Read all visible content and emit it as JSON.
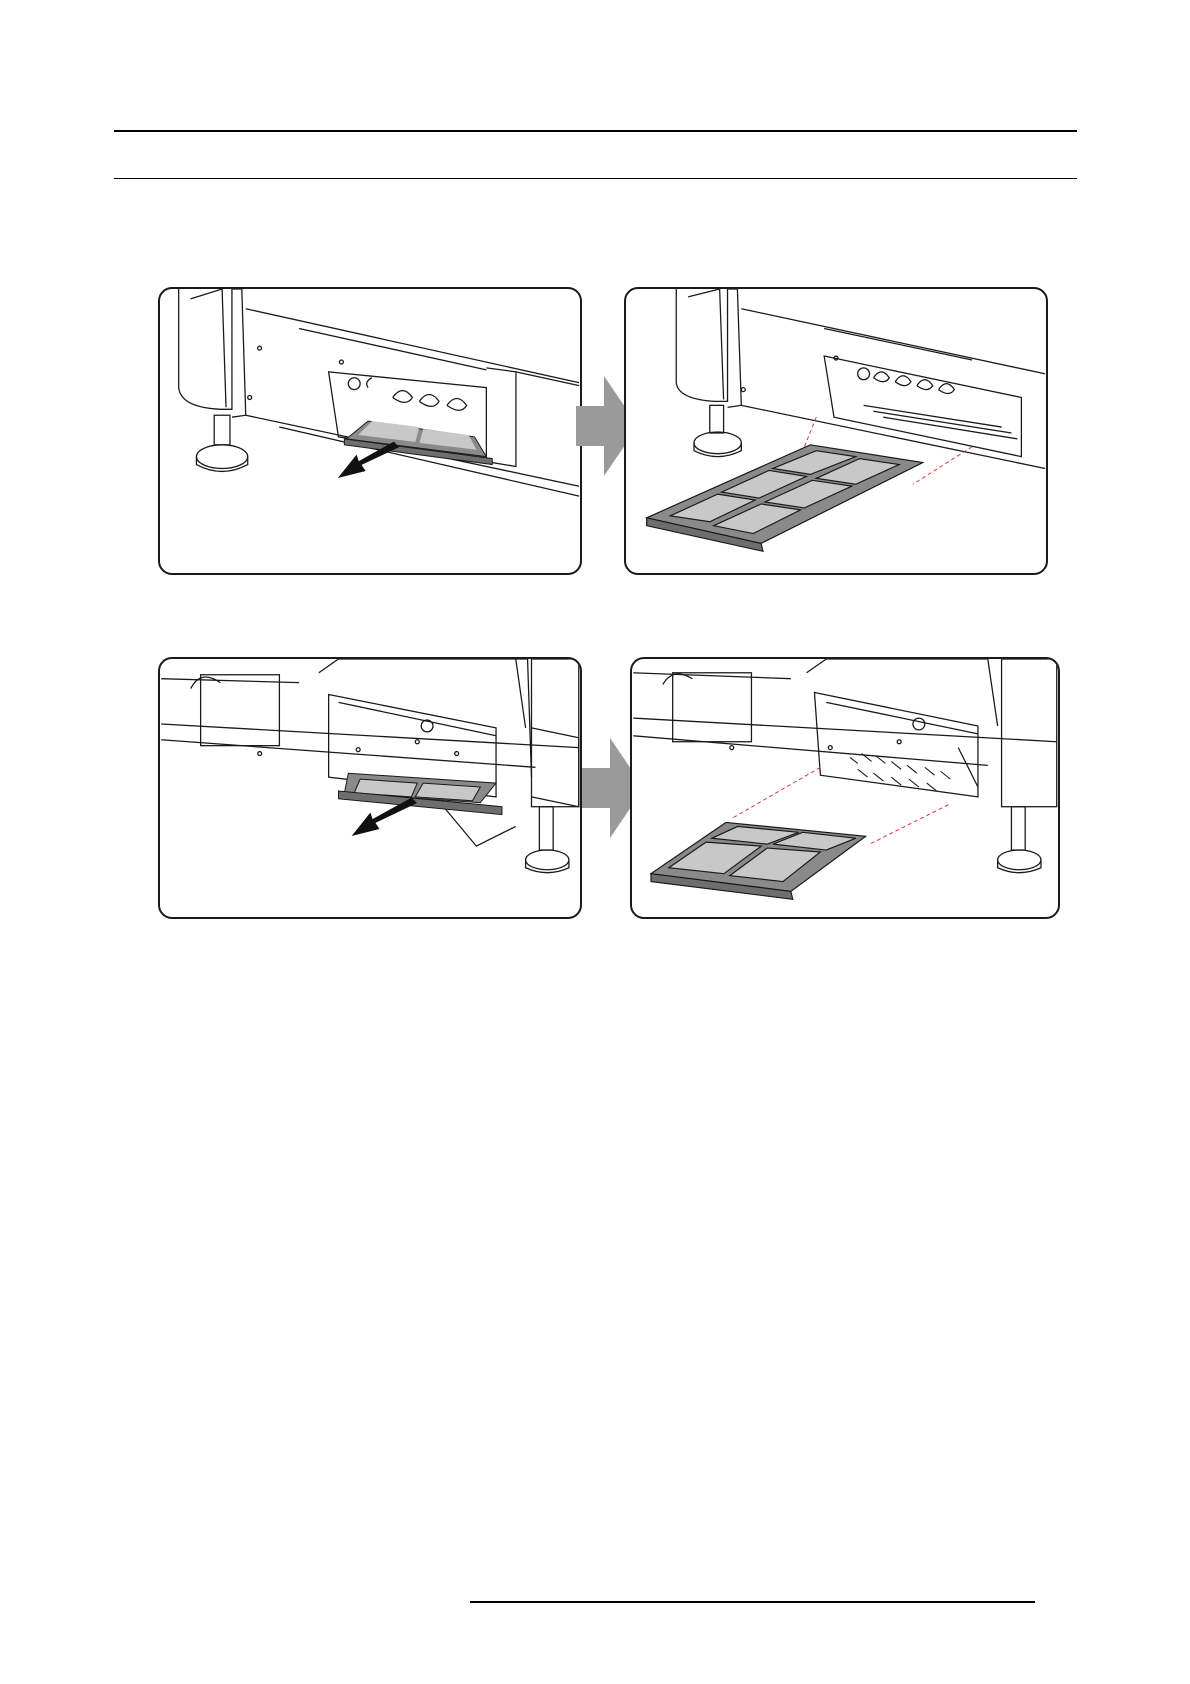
{
  "page": {
    "header_rules": [
      "top-rule",
      "bottom-rule"
    ],
    "footer_rule": "footer-rule"
  },
  "figures": [
    {
      "row": 1,
      "before": {
        "icon": "projector-filter-pull-out",
        "arrow": "black-pull-arrow"
      },
      "transition": {
        "icon": "gray-step-arrow"
      },
      "after": {
        "icon": "projector-filter-removed",
        "filter_cells": 6
      }
    },
    {
      "row": 2,
      "before": {
        "icon": "projector-filter-pull-out",
        "arrow": "black-pull-arrow"
      },
      "transition": {
        "icon": "gray-step-arrow"
      },
      "after": {
        "icon": "projector-filter-removed",
        "filter_cells": 4
      }
    }
  ],
  "colors": {
    "line": "#1a1a1a",
    "filter_fill": "#c8c8c8",
    "filter_frame": "#8a8a8a",
    "step_arrow": "#9a9a9a",
    "dashed_guide": "#d33a3a"
  }
}
